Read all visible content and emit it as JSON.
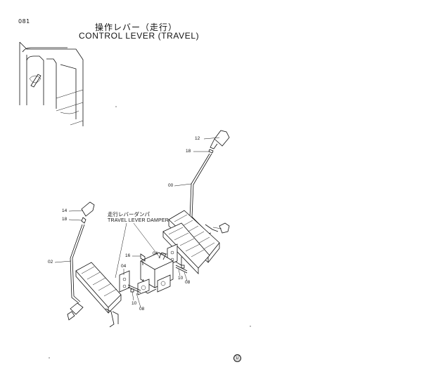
{
  "page_number": "081",
  "title_jp": "操作レバー（走行）",
  "title_en": "CONTROL LEVER (TRAVEL)",
  "damper_label_jp": "走行レバーダンパ",
  "damper_label_en": "TRAVEL LEVER DAMPER",
  "corner_mark": "Ⓤ",
  "part_labels": {
    "l12": "12",
    "l18a": "18",
    "l00": "00",
    "l14": "14",
    "l18b": "18",
    "l02": "02",
    "l16": "16",
    "l04a": "04",
    "l04b": "04",
    "l10a": "10",
    "l08a": "08",
    "l10b": "10",
    "l08b": "08"
  }
}
